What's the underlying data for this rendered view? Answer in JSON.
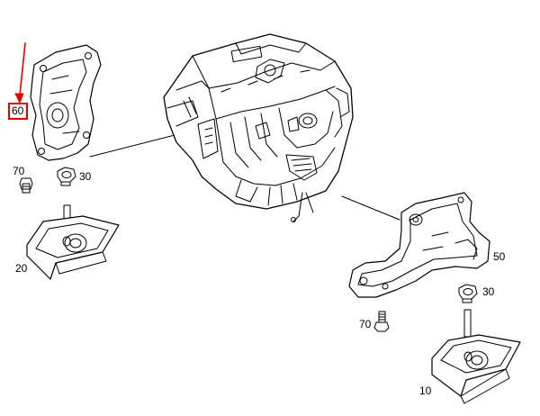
{
  "diagram": {
    "labels": {
      "bracket_left": "60",
      "bolt_left": "70",
      "nut_left": "30",
      "mount_left": "20",
      "bracket_right": "50",
      "nut_right": "30",
      "bolt_right": "70",
      "mount_right": "10"
    },
    "colors": {
      "line": "#000000",
      "highlight": "#e00000",
      "fill": "#ffffff"
    },
    "highlighted_part": "60"
  }
}
